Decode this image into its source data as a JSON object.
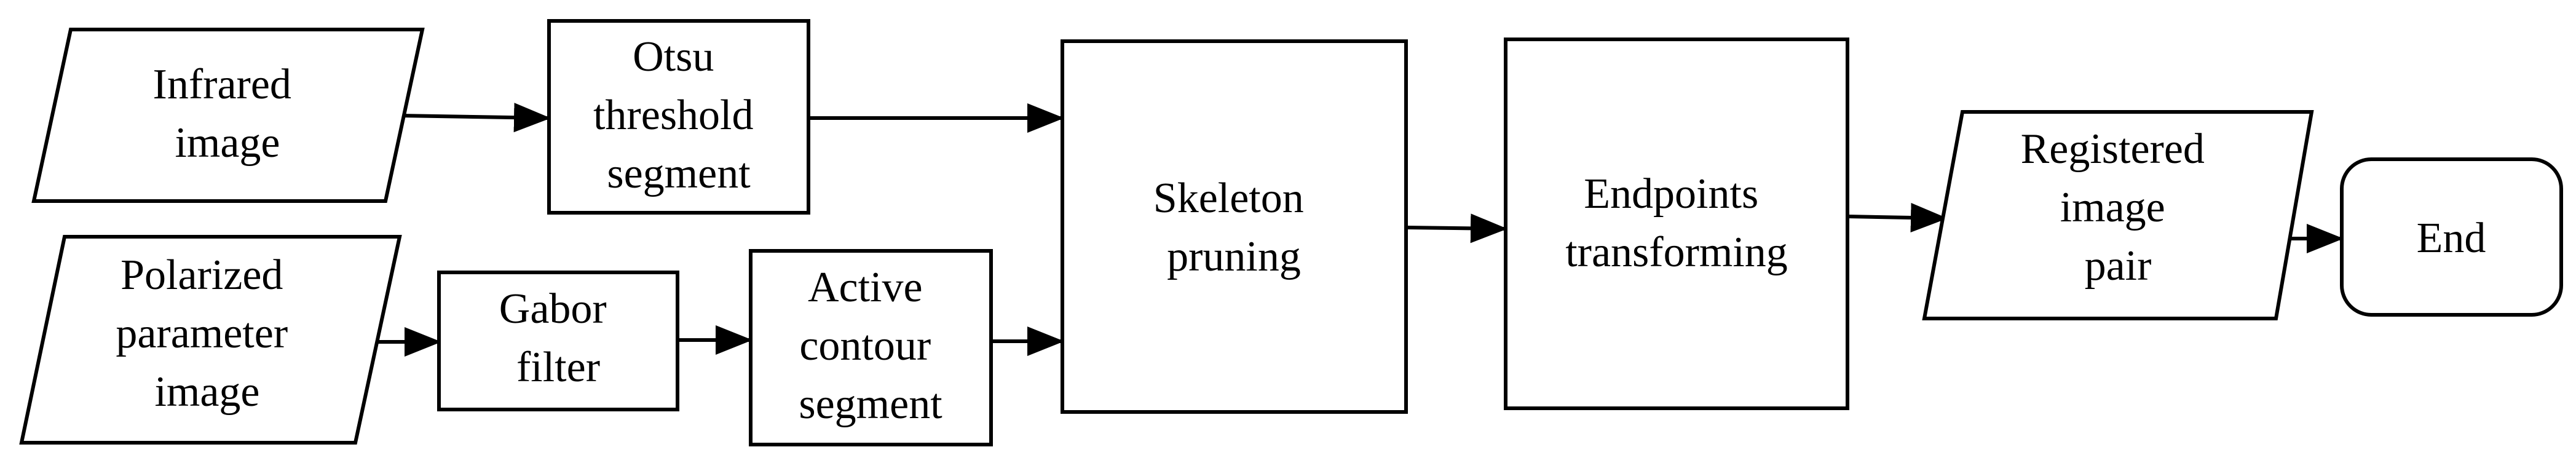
{
  "diagram": {
    "nodes": [
      {
        "id": "infrared",
        "shape": "parallelogram",
        "lines": [
          "Infrared",
          "image"
        ]
      },
      {
        "id": "polarized",
        "shape": "parallelogram",
        "lines": [
          "Polarized",
          "parameter",
          "image"
        ]
      },
      {
        "id": "otsu",
        "shape": "rect",
        "lines": [
          "Otsu",
          "threshold",
          "segment"
        ]
      },
      {
        "id": "gabor",
        "shape": "rect",
        "lines": [
          "Gabor",
          "filter"
        ]
      },
      {
        "id": "active",
        "shape": "rect",
        "lines": [
          "Active",
          "contour",
          "segment"
        ]
      },
      {
        "id": "skeleton",
        "shape": "rect",
        "lines": [
          "Skeleton",
          "pruning"
        ]
      },
      {
        "id": "endpoints",
        "shape": "rect",
        "lines": [
          "Endpoints",
          "transforming"
        ]
      },
      {
        "id": "registered",
        "shape": "parallelogram",
        "lines": [
          "Registered",
          "image",
          "pair"
        ]
      },
      {
        "id": "end",
        "shape": "rounded-rect",
        "lines": [
          "End"
        ]
      }
    ],
    "edges": [
      {
        "from": "infrared",
        "to": "otsu"
      },
      {
        "from": "otsu",
        "to": "skeleton"
      },
      {
        "from": "polarized",
        "to": "gabor"
      },
      {
        "from": "gabor",
        "to": "active"
      },
      {
        "from": "active",
        "to": "skeleton"
      },
      {
        "from": "skeleton",
        "to": "endpoints"
      },
      {
        "from": "endpoints",
        "to": "registered"
      },
      {
        "from": "registered",
        "to": "end"
      }
    ],
    "colors": {
      "stroke": "#000000",
      "fill": "#ffffff",
      "text": "#000000"
    }
  }
}
